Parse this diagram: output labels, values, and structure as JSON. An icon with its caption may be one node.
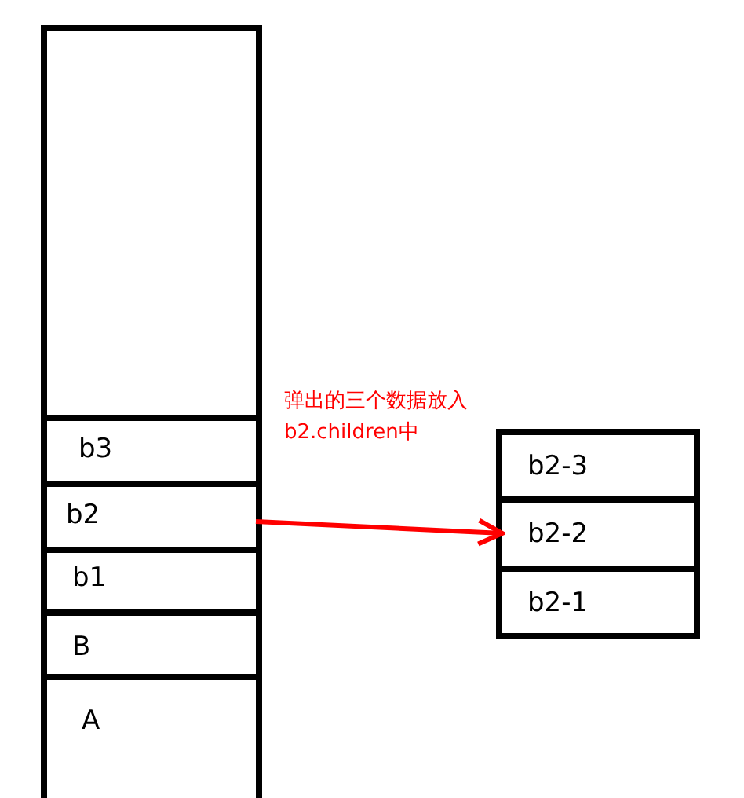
{
  "diagram": {
    "nodes": [
      {
        "text": [],
        "shape": "box"
      },
      {
        "text": [
          "b3"
        ],
        "in": 0
      },
      {
        "text": [
          "b2"
        ],
        "in": 0
      },
      {
        "text": [
          "b1"
        ],
        "in": 0
      },
      {
        "text": [
          "B"
        ],
        "in": 0
      },
      {
        "text": [
          "A"
        ],
        "in": 0
      },
      {
        "text": [],
        "shape": "box"
      },
      {
        "text": [
          "b2-3"
        ],
        "in": 6
      },
      {
        "text": [
          "b2-2"
        ],
        "in": 6
      },
      {
        "text": [
          "b2-1"
        ],
        "in": 6
      }
    ],
    "edges": [
      {
        "from": 2,
        "to": 8,
        "arrow": "to",
        "label": "弹出的三个数据放入b2.children中",
        "color": "#ff0000"
      }
    ]
  }
}
